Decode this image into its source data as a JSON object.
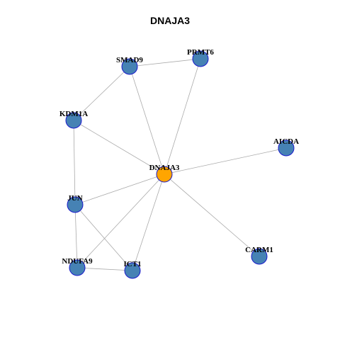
{
  "title": "DNAJA3",
  "colors": {
    "center": "#ffa500",
    "node": "#4682b4",
    "node_border": "#1a1acc",
    "edge": "#aaaaaa"
  },
  "nodes": [
    {
      "id": "DNAJA3",
      "label": "DNAJA3",
      "role": "center"
    },
    {
      "id": "SMAD9",
      "label": "SMAD9",
      "role": "neighbor"
    },
    {
      "id": "PRMT6",
      "label": "PRMT6",
      "role": "neighbor"
    },
    {
      "id": "KDM1A",
      "label": "KDM1A",
      "role": "neighbor"
    },
    {
      "id": "AICDA",
      "label": "AICDA",
      "role": "neighbor"
    },
    {
      "id": "JUN",
      "label": "JUN",
      "role": "neighbor"
    },
    {
      "id": "CARM1",
      "label": "CARM1",
      "role": "neighbor"
    },
    {
      "id": "NDUFA9",
      "label": "NDUFA9",
      "role": "neighbor"
    },
    {
      "id": "ICT1",
      "label": "ICT1",
      "role": "neighbor"
    }
  ],
  "edges": [
    [
      "DNAJA3",
      "SMAD9"
    ],
    [
      "DNAJA3",
      "PRMT6"
    ],
    [
      "DNAJA3",
      "KDM1A"
    ],
    [
      "DNAJA3",
      "AICDA"
    ],
    [
      "DNAJA3",
      "JUN"
    ],
    [
      "DNAJA3",
      "CARM1"
    ],
    [
      "DNAJA3",
      "NDUFA9"
    ],
    [
      "DNAJA3",
      "ICT1"
    ],
    [
      "SMAD9",
      "PRMT6"
    ],
    [
      "SMAD9",
      "KDM1A"
    ],
    [
      "KDM1A",
      "JUN"
    ],
    [
      "JUN",
      "NDUFA9"
    ],
    [
      "JUN",
      "ICT1"
    ],
    [
      "NDUFA9",
      "ICT1"
    ]
  ]
}
